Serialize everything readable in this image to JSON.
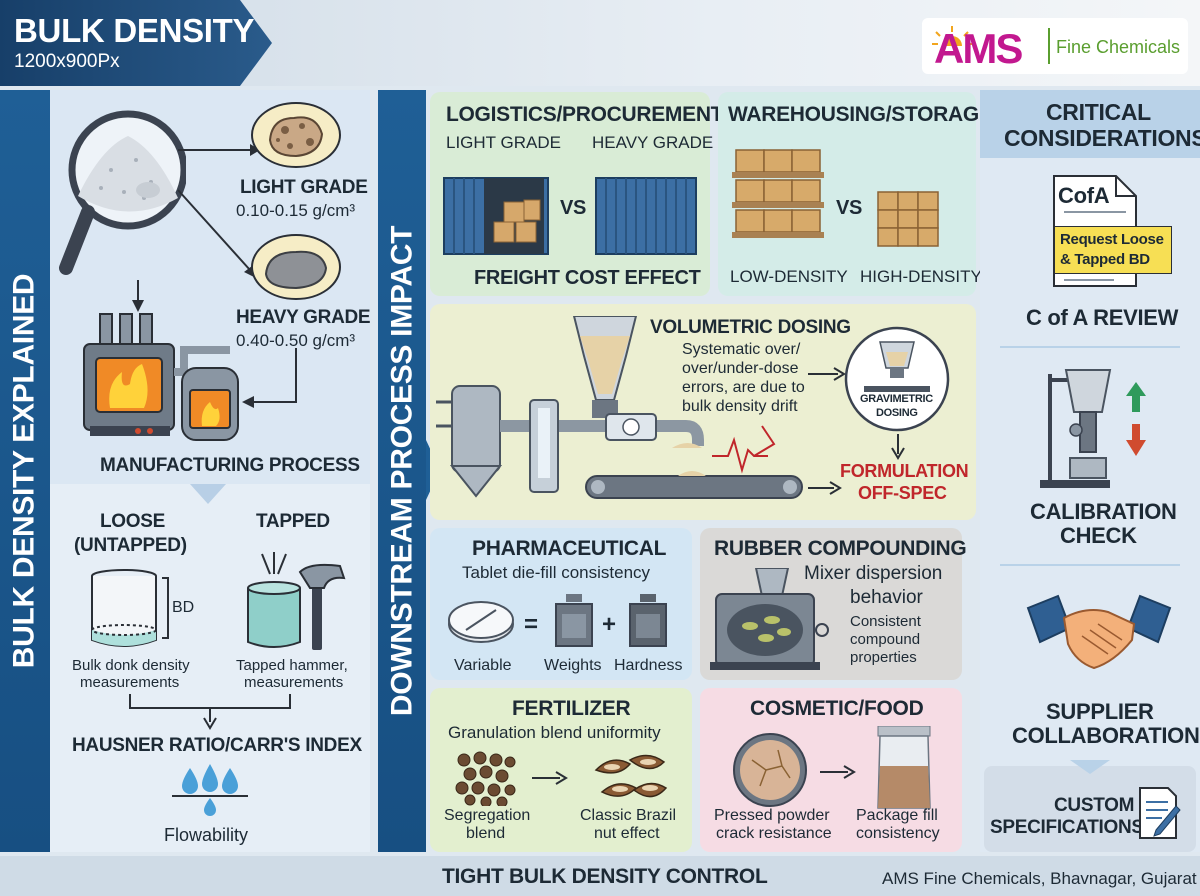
{
  "header": {
    "title": "BULK DENSITY",
    "subtitle": "1200x900Px",
    "logo_text": "AMS",
    "logo_tagline": "Fine Chemicals"
  },
  "left": {
    "side_label": "BULK DENSITY EXPLAINED",
    "light_grade": "LIGHT GRADE",
    "light_value": "0.10-0.15 g/cm³",
    "heavy_grade": "HEAVY GRADE",
    "heavy_value": "0.40-0.50 g/cm³",
    "manufacturing": "MANUFACTURING PROCESS",
    "loose_1": "LOOSE",
    "loose_2": "(UNTAPPED)",
    "tapped": "TAPPED",
    "bd": "BD",
    "loose_caption_1": "Bulk donk density",
    "loose_caption_2": "measurements",
    "tapped_caption_1": "Tapped hammer,",
    "tapped_caption_2": "measurements",
    "hausner": "HAUSNER RATIO/CARR'S INDEX",
    "flowability": "Flowability"
  },
  "middle": {
    "side_label": "DOWNSTREAM PROCESS IMPACT",
    "logistics": {
      "title": "LOGISTICS/PROCUREMENT",
      "light": "LIGHT GRADE",
      "heavy": "HEAVY GRADE",
      "vs": "VS",
      "caption": "FREIGHT COST EFFECT"
    },
    "warehousing": {
      "title": "WAREHOUSING/STORAGE",
      "vs": "VS",
      "low": "LOW-DENSITY",
      "high": "HIGH-DENSITY"
    },
    "dosing": {
      "title": "VOLUMETRIC DOSING",
      "line1": "Systematic over/",
      "line2": "over/under-dose",
      "line3": "errors, are due to",
      "line4": "bulk density drift",
      "gravimetric_1": "GRAVIMETRIC",
      "gravimetric_2": "DOSING",
      "offspec_1": "FORMULATION",
      "offspec_2": "OFF-SPEC"
    },
    "pharma": {
      "title": "PHARMACEUTICAL",
      "subtitle": "Tablet die-fill consistency",
      "variable": "Variable",
      "weights": "Weights",
      "hardness": "Hardness",
      "eq": "=",
      "plus": "+"
    },
    "rubber": {
      "title": "RUBBER COMPOUNDING",
      "sub1": "Mixer dispersion",
      "sub2": "behavior",
      "note1": "Consistent",
      "note2": "compound",
      "note3": "properties"
    },
    "fertilizer": {
      "title": "FERTILIZER",
      "subtitle": "Granulation blend uniformity",
      "left1": "Segregation",
      "left2": "blend",
      "right1": "Classic Brazil",
      "right2": "nut effect"
    },
    "cosmetic": {
      "title": "COSMETIC/FOOD",
      "left1": "Pressed powder",
      "left2": "crack resistance",
      "right1": "Package fill",
      "right2": "consistency"
    }
  },
  "right": {
    "title1": "CRITICAL",
    "title2": "CONSIDERATIONS",
    "coa_doc": "CofA",
    "coa_note1": "Request Loose",
    "coa_note2": "& Tapped BD",
    "coa": "C of A REVIEW",
    "calib1": "CALIBRATION",
    "calib2": "CHECK",
    "supplier1": "SUPPLIER",
    "supplier2": "COLLABORATION",
    "custom1": "CUSTOM",
    "custom2": "SPECIFICATIONS"
  },
  "footer": {
    "center": "TIGHT BULK DENSITY CONTROL",
    "right": "AMS Fine Chemicals, Bhavnagar, Gujarat"
  },
  "colors": {
    "navy": "#1f5f96",
    "offspec_red": "#c0262b",
    "logo_magenta": "#c2188f",
    "logo_green": "#5a9e2f"
  }
}
